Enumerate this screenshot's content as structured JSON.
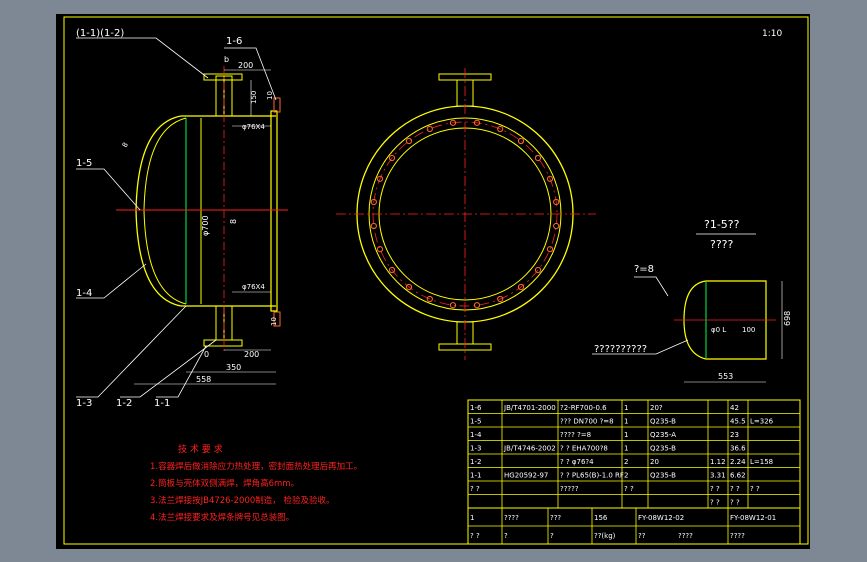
{
  "colors": {
    "background": "#000000",
    "outside": "#7d8894",
    "frame": "#ffff00",
    "outline": "#ffff00",
    "centerline": "#ff2020",
    "dimension": "#ffffff",
    "leader": "#ffffff",
    "note": "#ff2020",
    "table_line": "#ffff00",
    "table_text": "#ffffff",
    "bolt": "#ff6a2a",
    "green_line": "#00ff44"
  },
  "drawing": {
    "corner_label": "1:10",
    "front_view": {
      "part_labels": {
        "p11_12": "(1-1)(1-2)",
        "p16": "1-6",
        "p15": "1-5",
        "p14": "1-4",
        "p13": "1-3",
        "p12": "1-2",
        "p11": "1-1"
      },
      "dims": {
        "b": "b",
        "d200_top": "200",
        "d150": "150",
        "d10": "10",
        "nozzle_top": "φ76X4",
        "d8_head": "8",
        "d700": "φ700",
        "d8_shell": "8",
        "nozzle_bottom": "φ76X4",
        "d10_b": "10",
        "d0": "0",
        "d200_bottom": "200",
        "d350": "350",
        "d558": "558"
      }
    },
    "section_view": {
      "title": "?1-5??",
      "subtitle": "????",
      "leader_label": "?=8",
      "note_label": "??????????",
      "d100": "100",
      "d698": "698",
      "d553": "553",
      "inner_dim": "φ0 L"
    },
    "tech_requirements": {
      "title": "技 术 要 求",
      "lines": [
        "1.容器焊后做消除应力热处理，密封面热处理后再加工。",
        "2.筒板与壳体双侧满焊，焊角高6mm。",
        "3.法兰焊接按JB4726-2000制造，    检验及验收。",
        "4.法兰焊接要求及焊条牌号见总装图。"
      ]
    },
    "bom": {
      "rows": [
        [
          "1-6",
          "JB/T4701-2000",
          "?2-RF700-0.6",
          "1",
          "20?",
          "",
          "42",
          ""
        ],
        [
          "1-5",
          "",
          "??? DN700 ?=8",
          "1",
          "Q235-B",
          "",
          "45.5",
          "L=326"
        ],
        [
          "1-4",
          "",
          "???? ?=8",
          "1",
          "Q235-A",
          "",
          "23",
          ""
        ],
        [
          "1-3",
          "JB/T4746-2002",
          "? ? EHA700?8",
          "1",
          "Q235-B",
          "",
          "36.6",
          ""
        ],
        [
          "1-2",
          "",
          "? ? φ76?4",
          "2",
          "20",
          "1.12",
          "2.24",
          "L=158"
        ],
        [
          "1-1",
          "HG20592-97",
          "? ? PL65(B)-1.0 RF",
          "2",
          "Q235-B",
          "3.31",
          "6.62",
          ""
        ]
      ],
      "header": [
        "? ?",
        "",
        "?????",
        "? ?",
        "",
        "? ?",
        "? ?",
        "? ?"
      ],
      "header_sub": [
        "",
        "",
        "",
        "",
        "",
        "? ?",
        "? ?",
        ""
      ],
      "title_block": {
        "r1": [
          "1",
          "????",
          "???",
          "156",
          "FY-08W12-02",
          "FY-08W12-01"
        ],
        "r2": [
          "? ?",
          "?",
          "?",
          "??(kg)",
          "??",
          "????",
          "????"
        ]
      }
    }
  }
}
